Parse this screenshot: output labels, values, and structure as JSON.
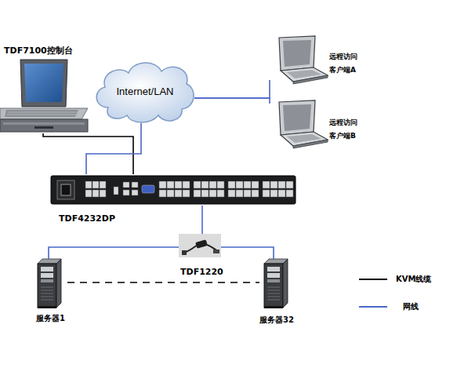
{
  "diagram": {
    "nodes": [
      {
        "text": [
          "TDF7100控制台"
        ]
      },
      {
        "text": [
          "Internet/LAN"
        ]
      },
      {
        "text": [
          "远程访问 客户端A"
        ]
      },
      {
        "text": [
          "远程访问 客户端B"
        ]
      },
      {
        "text": [
          "TDF4232DP"
        ]
      },
      {
        "text": [
          "TDF1220"
        ]
      },
      {
        "text": [
          "服务器1"
        ]
      },
      {
        "text": [
          "服务器32"
        ]
      }
    ],
    "edges": [
      {
        "from": 0,
        "to": 4,
        "arrow": "none"
      },
      {
        "from": 1,
        "to": 4,
        "arrow": "none"
      },
      {
        "from": 1,
        "to": 2,
        "arrow": "none"
      },
      {
        "from": 1,
        "to": 3,
        "arrow": "none"
      },
      {
        "from": 4,
        "to": 5,
        "arrow": "none"
      },
      {
        "from": 5,
        "to": 6,
        "arrow": "none"
      },
      {
        "from": 5,
        "to": 7,
        "arrow": "none"
      },
      {
        "from": 6,
        "to": 7,
        "arrow": "none"
      }
    ],
    "legend": [
      {
        "text": "KVM线缆"
      },
      {
        "text": "网线"
      }
    ]
  }
}
